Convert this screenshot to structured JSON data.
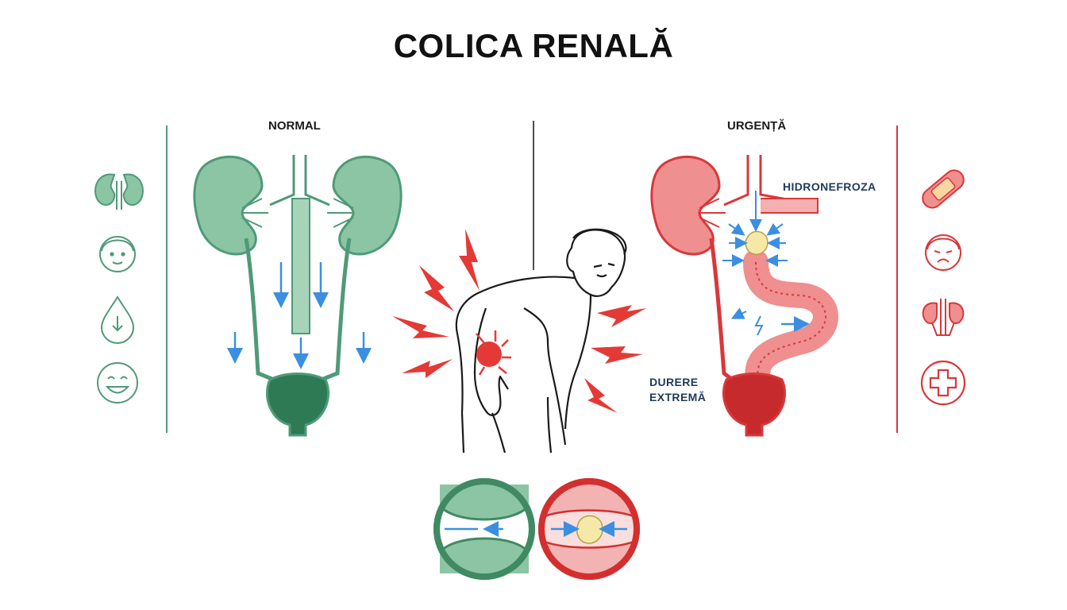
{
  "title": "COLICA RENALĂ",
  "panels": {
    "normal": {
      "label": "NORMAL",
      "color": "#4f9a78",
      "fill": "#8cc5a3"
    },
    "urgent": {
      "label": "URGENȚĂ",
      "color": "#d8383a",
      "fill": "#ef8f8f"
    }
  },
  "annotations": {
    "hydronephrosis": "HIDRONEFROZA",
    "pain_line1": "DURERE",
    "pain_line2": "EXTREMĂ"
  },
  "icons": {
    "left": [
      "kidney-icon",
      "calm-face-icon",
      "water-drop-icon",
      "smiling-face-icon"
    ],
    "right": [
      "bandage-icon",
      "pained-face-icon",
      "urinary-tract-icon",
      "medical-cross-icon"
    ]
  },
  "arrow_color": "#3b8fe0",
  "stone_color": "#f6e9a8"
}
